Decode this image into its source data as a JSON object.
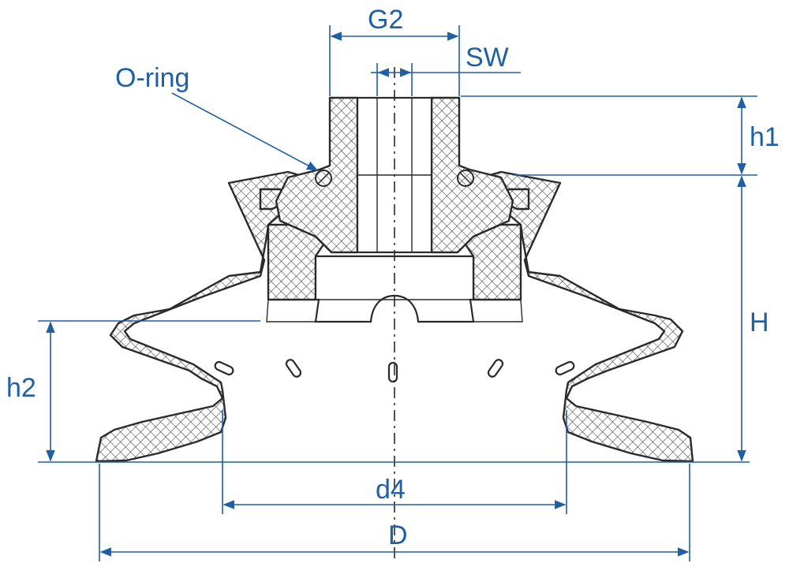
{
  "labels": {
    "g2": "G2",
    "sw": "SW",
    "oring": "O-ring",
    "h1": "h1",
    "H": "H",
    "h2": "h2",
    "d4": "d4",
    "D": "D"
  },
  "colors": {
    "dimension": "#1f5fa3",
    "outline": "#2a2a2a",
    "hatch": "#3a3a3a"
  }
}
